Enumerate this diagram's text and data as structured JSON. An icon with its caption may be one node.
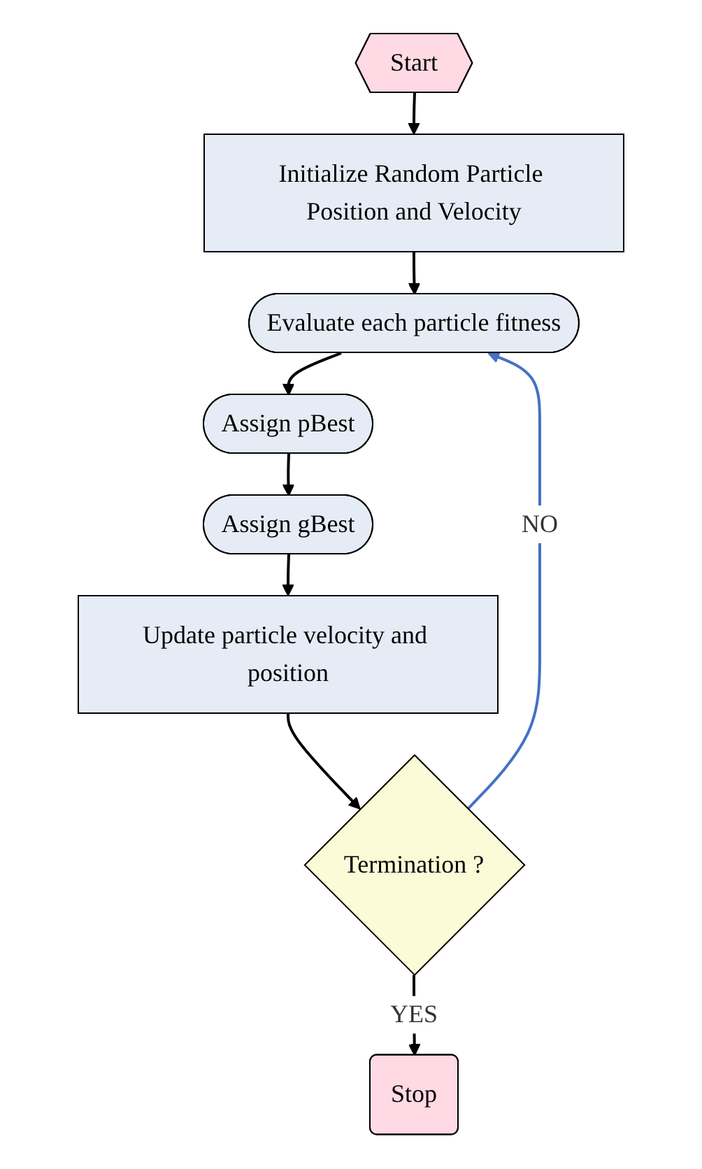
{
  "diagram": {
    "nodes": [
      {
        "text": [
          "Start"
        ]
      },
      {
        "text": [
          "Initialize Random Particle Position and Velocity"
        ]
      },
      {
        "text": [
          "Evaluate each particle fitness"
        ]
      },
      {
        "text": [
          "Assign pBest"
        ]
      },
      {
        "text": [
          "Assign gBest"
        ]
      },
      {
        "text": [
          "Update particle velocity and position"
        ]
      },
      {
        "text": [
          "Termination ?"
        ]
      },
      {
        "text": [
          "Stop"
        ]
      }
    ],
    "edges": [
      {
        "from": 0,
        "to": 1,
        "arrow": "to"
      },
      {
        "from": 1,
        "to": 2,
        "arrow": "to"
      },
      {
        "from": 2,
        "to": 3,
        "arrow": "to"
      },
      {
        "from": 3,
        "to": 4,
        "arrow": "to"
      },
      {
        "from": 4,
        "to": 5,
        "arrow": "to"
      },
      {
        "from": 5,
        "to": 6,
        "arrow": "to"
      },
      {
        "from": 6,
        "to": 2,
        "arrow": "to",
        "label": "NO",
        "color": "#4472c4"
      },
      {
        "from": 6,
        "to": 7,
        "arrow": "to",
        "label": "YES"
      }
    ]
  }
}
